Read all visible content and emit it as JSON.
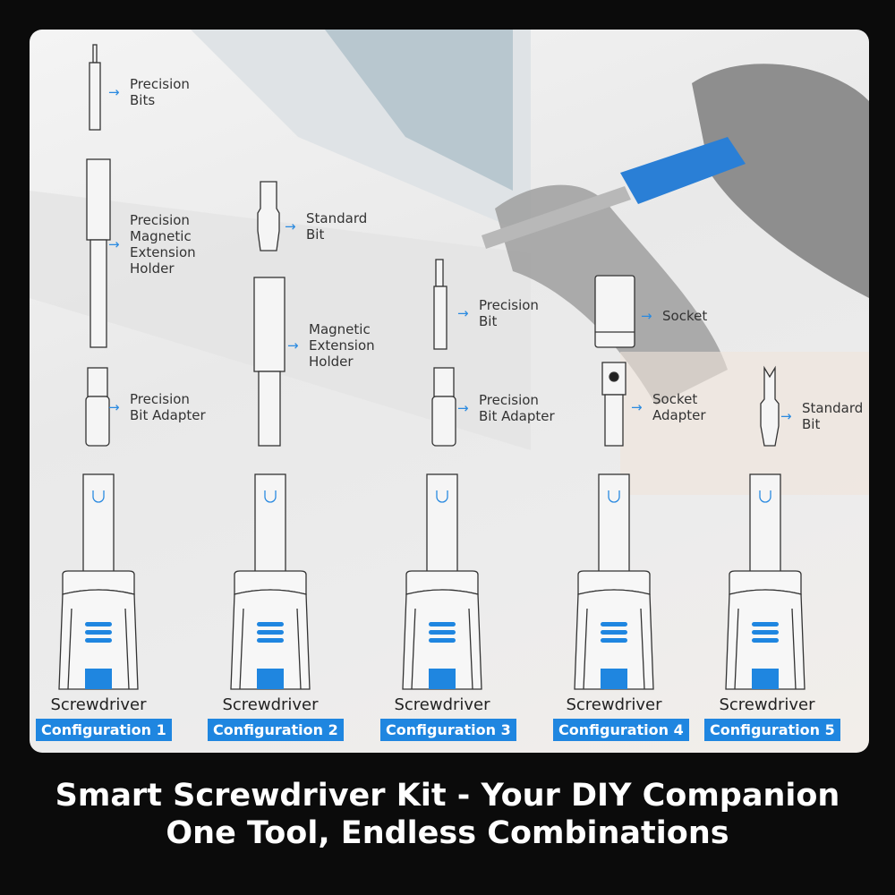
{
  "components": [
    {
      "label1": "Precision",
      "label2": "Bits"
    },
    {
      "label1": "Precision",
      "label2": "Magnetic",
      "label3": "Extension",
      "label4": "Holder"
    },
    {
      "label1": "Precision",
      "label2": "Bit Adapter"
    },
    {
      "label1": "Standard",
      "label2": "Bit"
    },
    {
      "label1": "Magnetic",
      "label2": "Extension",
      "label3": "Holder"
    },
    {
      "label1": "Precision",
      "label2": "Bit"
    },
    {
      "label1": "Precision",
      "label2": "Bit Adapter"
    },
    {
      "label1": "Socket"
    },
    {
      "label1": "Socket",
      "label2": "Adapter"
    },
    {
      "label1": "Standard",
      "label2": "Bit"
    }
  ],
  "configs": [
    {
      "name": "Screwdriver",
      "badge": "Configuration 1"
    },
    {
      "name": "Screwdriver",
      "badge": "Configuration 2"
    },
    {
      "name": "Screwdriver",
      "badge": "Configuration 3"
    },
    {
      "name": "Screwdriver",
      "badge": "Configuration 4"
    },
    {
      "name": "Screwdriver",
      "badge": "Configuration 5"
    }
  ],
  "title": {
    "line1": "Smart Screwdriver Kit - Your DIY Companion",
    "line2": "One Tool, Endless Combinations"
  },
  "colors": {
    "accent": "#1f86e0",
    "background": "#0b0b0b"
  }
}
